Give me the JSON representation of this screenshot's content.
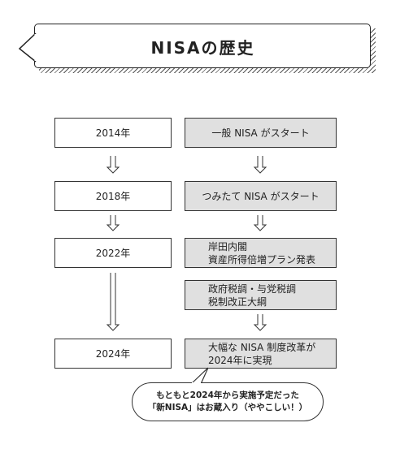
{
  "title": "NISAの歴史",
  "years": [
    "2014年",
    "2018年",
    "2022年",
    "2024年"
  ],
  "events": {
    "e1": "一般 NISA がスタート",
    "e2": "つみたて NISA がスタート",
    "e3": [
      "岸田内閣",
      "資産所得倍増プラン発表"
    ],
    "e4": [
      "政府税調・与党税調",
      "税制改正大綱"
    ],
    "e5": [
      "大幅な NISA 制度改革が",
      "2024年に実現"
    ]
  },
  "bubble": [
    "もともと2024年から実施予定だった",
    "「新NISA」はお蔵入り（ややこしい！）"
  ]
}
